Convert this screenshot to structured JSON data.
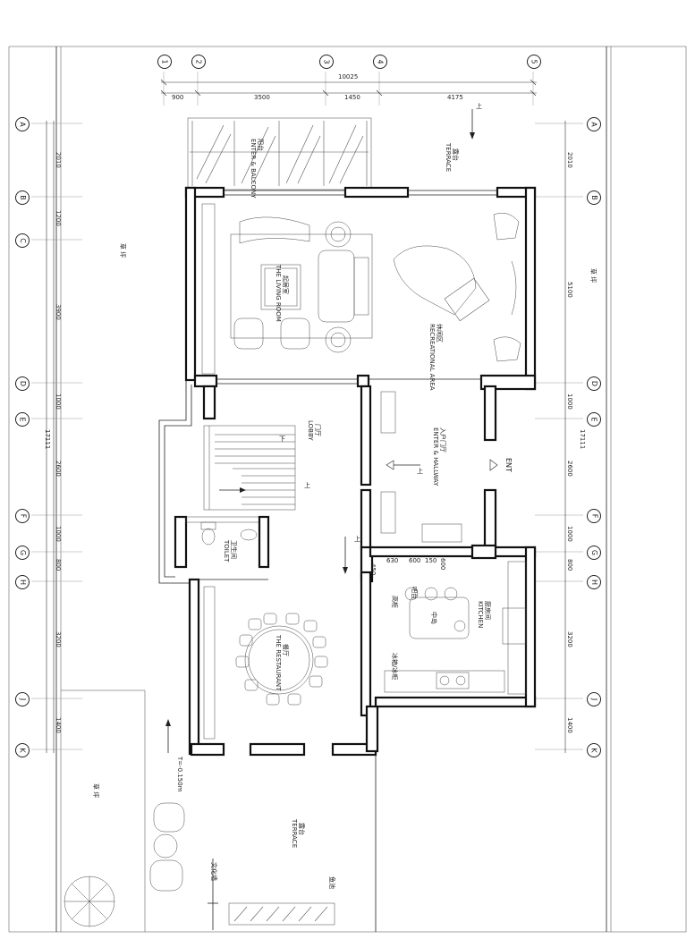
{
  "grid": {
    "cols": [
      "1",
      "2",
      "3",
      "4",
      "5"
    ],
    "rows": [
      "A",
      "B",
      "C",
      "D",
      "E",
      "F",
      "G",
      "H",
      "J",
      "K"
    ]
  },
  "dimensions": {
    "top_total": "10025",
    "top_segments": [
      "900",
      "3500",
      "1450",
      "4175"
    ],
    "left_total": "17111",
    "left_segments": [
      "2010",
      "1200",
      "3900",
      "1000",
      "2600",
      "1000",
      "800",
      "3200",
      "1400"
    ],
    "right_segments": [
      "2010",
      "5100",
      "1000",
      "2600",
      "1000",
      "800",
      "3200",
      "1400"
    ],
    "kitchen_segments": [
      "630",
      "600",
      "150",
      "600"
    ],
    "side_450": "450"
  },
  "rooms": {
    "terrace_top": {
      "cn": "露台",
      "en": "TERRACE"
    },
    "balcony": {
      "cn": "阳台",
      "en": "ENTER & BALCONY"
    },
    "living": {
      "cn": "起居室",
      "en": "THE LIVING ROOM"
    },
    "recreation": {
      "cn": "休闲区",
      "en": "RECREATIONAL AREA"
    },
    "lobby": {
      "cn": "门厅",
      "en": "LOBBY"
    },
    "entrance": {
      "cn": "入户门厅",
      "en": "ENTER & HALLWAY"
    },
    "toilet": {
      "cn": "卫生间",
      "en": "TOILET"
    },
    "dining": {
      "cn": "餐厅",
      "en": "THE RESTAURANT"
    },
    "kitchen": {
      "cn": "厨房间",
      "en": "KITCHEN"
    },
    "terrace_bottom": {
      "cn": "露台",
      "en": "TERRACE"
    }
  },
  "labels": {
    "lawn_left": "草 坪",
    "lawn_right": "草 坪",
    "lawn_bottom": "草 坪",
    "ent": "ENT",
    "up": "上",
    "down": "下",
    "island": "中岛",
    "bar1": "吧台",
    "bar2": "高柜",
    "fridge": "冰箱/冰柜",
    "culture_wall": "文化墙",
    "fish_pond": "鱼池",
    "level_note": "T=-0.150m"
  }
}
